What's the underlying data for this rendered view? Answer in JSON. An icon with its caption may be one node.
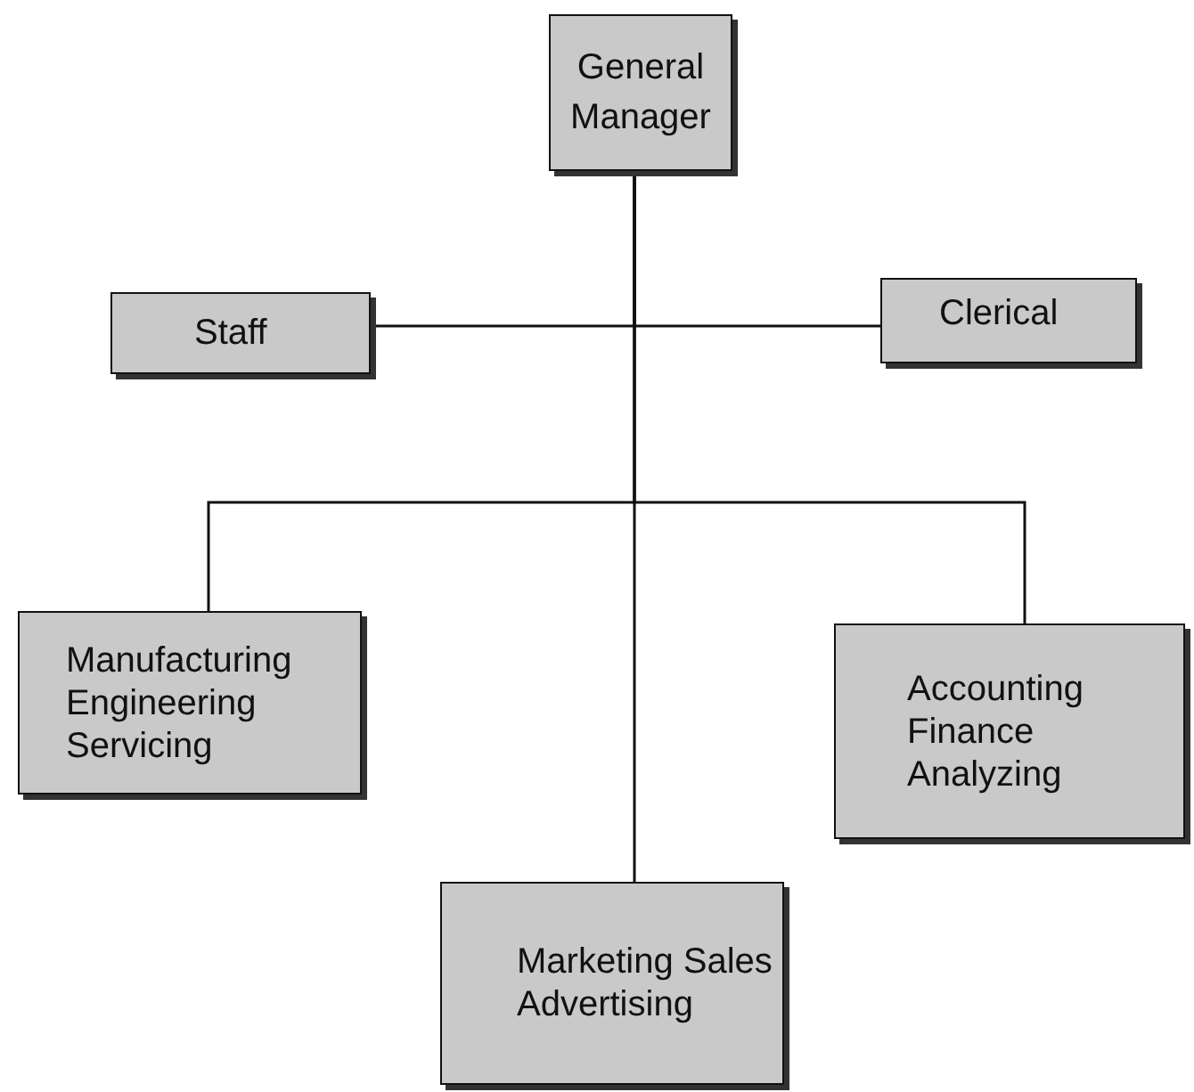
{
  "diagram": {
    "nodes": [
      {
        "text": [
          "General Manager"
        ]
      },
      {
        "text": [
          "Staff"
        ]
      },
      {
        "text": [
          "Clerical"
        ]
      },
      {
        "text": [
          "Manufacturing Engineering Servicing"
        ]
      },
      {
        "text": [
          "Accounting Finance Analyzing"
        ]
      },
      {
        "text": [
          "Marketing Sales Advertising"
        ]
      }
    ],
    "edges": [
      {
        "from": 0,
        "to": 1,
        "arrow": "none"
      },
      {
        "from": 0,
        "to": 2,
        "arrow": "none"
      },
      {
        "from": 0,
        "to": 3,
        "arrow": "none"
      },
      {
        "from": 0,
        "to": 4,
        "arrow": "none"
      },
      {
        "from": 0,
        "to": 5,
        "arrow": "none"
      }
    ]
  }
}
